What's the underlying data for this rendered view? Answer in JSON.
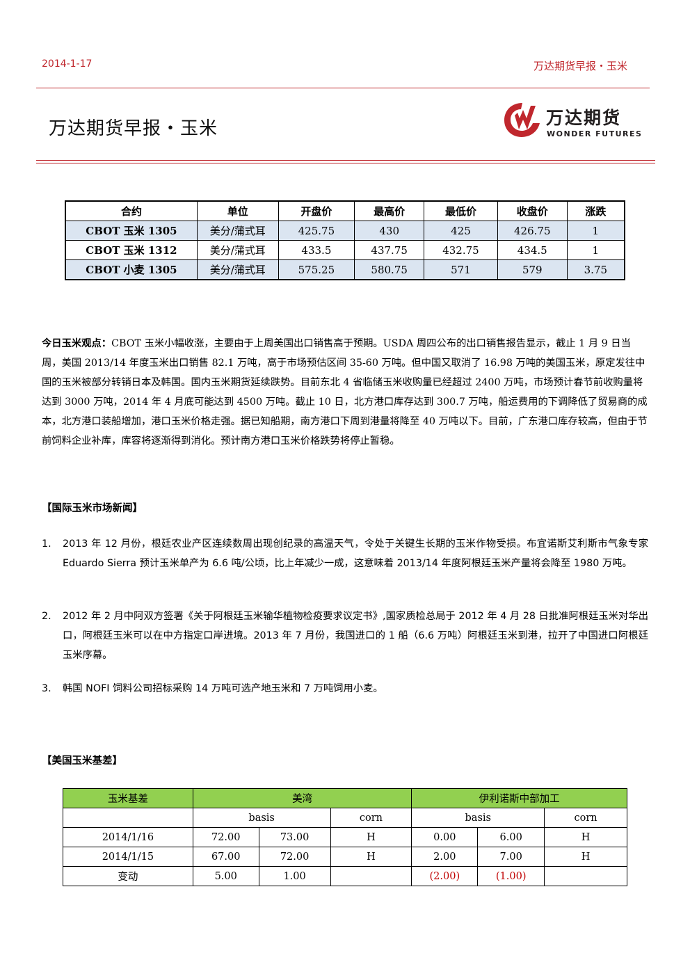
{
  "header": {
    "date": "2014-1-17",
    "right_title": "万达期货早报・玉米"
  },
  "title": "万达期货早报・玉米",
  "logo": {
    "cn": "万达期货",
    "en": "WONDER FUTURES",
    "brand_color": "#c0272d"
  },
  "price_table": {
    "headers": [
      "合约",
      "单位",
      "开盘价",
      "最高价",
      "最低价",
      "收盘价",
      "涨跌"
    ],
    "rows": [
      [
        "CBOT 玉米 1305",
        "美分/蒲式耳",
        "425.75",
        "430",
        "425",
        "426.75",
        "1"
      ],
      [
        "CBOT 玉米 1312",
        "美分/蒲式耳",
        "433.5",
        "437.75",
        "432.75",
        "434.5",
        "1"
      ],
      [
        "CBOT 小麦 1305",
        "美分/蒲式耳",
        "575.25",
        "580.75",
        "571",
        "579",
        "3.75"
      ]
    ]
  },
  "view": {
    "lead": "今日玉米观点：",
    "body": "CBOT 玉米小幅收涨，主要由于上周美国出口销售高于预期。USDA 周四公布的出口销售报告显示，截止 1 月 9 日当周，美国 2013/14 年度玉米出口销售 82.1 万吨，高于市场预估区间 35-60 万吨。但中国又取消了 16.98 万吨的美国玉米，原定发往中国的玉米被部分转销日本及韩国。国内玉米期货延续跌势。目前东北 4 省临储玉米收购量已经超过 2400 万吨，市场预计春节前收购量将达到 3000 万吨，2014 年 4 月底可能达到 4500 万吨。截止 10 日，北方港口库存达到 300.7 万吨，船运费用的下调降低了贸易商的成本，北方港口装船增加，港口玉米价格走强。据已知船期，南方港口下周到港量将降至 40 万吨以下。目前，广东港口库存较高，但由于节前饲料企业补库，库容将逐渐得到消化。预计南方港口玉米价格跌势将停止暂稳。"
  },
  "news": {
    "heading": "【国际玉米市场新闻】",
    "items": [
      {
        "num": "1.",
        "text": "2013 年 12 月份，根廷农业产区连续数周出现创纪录的高温天气，令处于关键生长期的玉米作物受损。布宜诺斯艾利斯市气象专家 Eduardo Sierra 预计玉米单产为 6.6 吨/公顷，比上年减少一成，这意味着 2013/14 年度阿根廷玉米产量将会降至 1980 万吨。"
      },
      {
        "num": "2.",
        "text": "2012 年 2 月中阿双方签署《关于阿根廷玉米输华植物检疫要求议定书》,国家质检总局于 2012 年 4 月 28 日批准阿根廷玉米对华出口，阿根廷玉米可以在中方指定口岸进境。2013 年 7 月份，我国进口的 1 船（6.6 万吨）阿根廷玉米到港，拉开了中国进口阿根廷玉米序幕。"
      },
      {
        "num": "3.",
        "text": "韩国 NOFI 饲料公司招标采购 14 万吨可选产地玉米和 7 万吨饲用小麦。"
      }
    ]
  },
  "basis": {
    "heading": "【美国玉米基差】",
    "header1": [
      "玉米基差",
      "美湾",
      "伊利诺斯中部加工"
    ],
    "header2": [
      "basis",
      "corn",
      "basis",
      "corn"
    ],
    "rows": [
      [
        "2014/1/16",
        "72.00",
        "73.00",
        "H",
        "0.00",
        "6.00",
        "H"
      ],
      [
        "2014/1/15",
        "67.00",
        "72.00",
        "H",
        "2.00",
        "7.00",
        "H"
      ],
      [
        "变动",
        "5.00",
        "1.00",
        "",
        "(2.00)",
        "(1.00)",
        ""
      ]
    ],
    "negative_color": "#c00000",
    "header_color": "#92d050"
  }
}
